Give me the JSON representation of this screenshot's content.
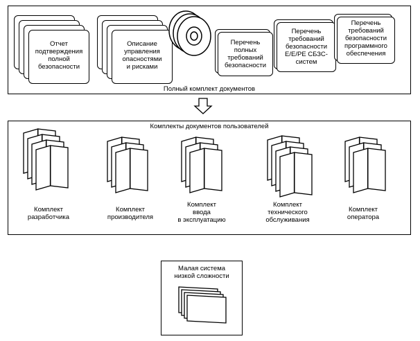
{
  "top_group": {
    "caption": "Полный комплект документов",
    "documents": [
      {
        "label": "Отчет\nподтверждения\nполной\nбезопасности"
      },
      {
        "label": "Описание\nуправления\nопасностями\nи рисками"
      },
      {
        "label": "Перечень\nполных\nтребований\nбезопасности"
      },
      {
        "label": "Перечень\nтребований\nбезопасности\nЕ/Е/РЕ СБЗС-\nсистем"
      },
      {
        "label": "Перечень\nтребований\nбезопасности\nпрограммного\nобеспечения"
      }
    ],
    "media_icon": "cd-disc-stack-icon"
  },
  "arrow_icon": "down-arrow-icon",
  "user_group": {
    "caption": "Комплекты документов пользователей",
    "kits": [
      {
        "label": "Комплект\nразработчика"
      },
      {
        "label": "Комплект\nпроизводителя"
      },
      {
        "label": "Комплект\nввода\nв эксплуатацию"
      },
      {
        "label": "Комплект\nтехнического\nобслуживания"
      },
      {
        "label": "Комплект\nоператора"
      }
    ]
  },
  "small_system": {
    "label": "Малая система\nнизкой сложности"
  }
}
